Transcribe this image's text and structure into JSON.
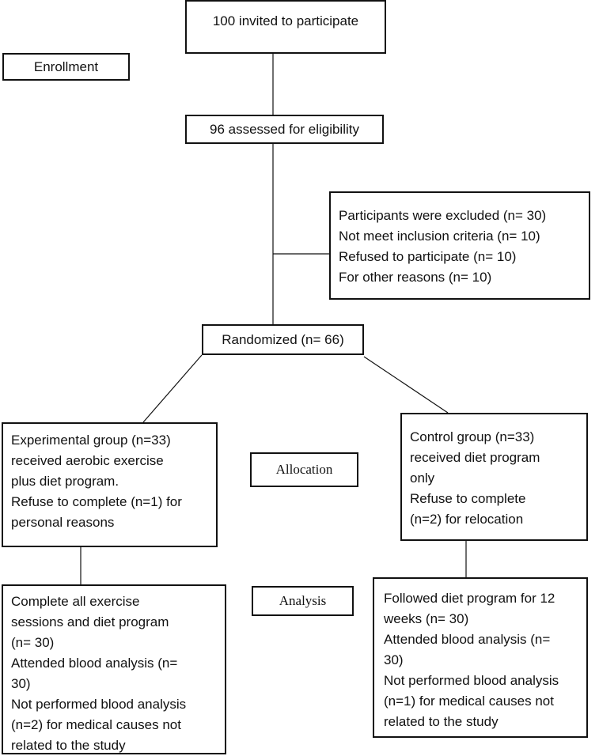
{
  "stage_labels": {
    "enrollment": "Enrollment",
    "allocation": "Allocation",
    "analysis": "Analysis"
  },
  "flow": {
    "invited": "100 invited to participate",
    "assessed": "96 assessed for eligibility",
    "excluded": [
      "Participants were excluded (n= 30)",
      "Not meet inclusion criteria (n= 10)",
      "Refused to participate (n= 10)",
      "For other reasons (n= 10)"
    ],
    "randomized": "Randomized (n= 66)",
    "experimental_allocation": [
      "Experimental group (n=33)",
      "received aerobic exercise",
      "plus diet program.",
      "Refuse to complete (n=1) for",
      "personal reasons"
    ],
    "control_allocation": [
      "Control group (n=33)",
      "received diet program",
      "only",
      "Refuse to complete",
      "(n=2) for relocation"
    ],
    "experimental_analysis": [
      "Complete all exercise",
      "sessions and diet program",
      "(n= 30)",
      "Attended blood analysis (n=",
      "30)",
      "Not performed blood analysis",
      "(n=2) for medical causes not",
      "related to the study"
    ],
    "control_analysis": [
      "Followed diet program for 12",
      "weeks (n= 30)",
      "Attended blood analysis (n=",
      "30)",
      "Not performed blood analysis",
      "(n=1) for medical causes not",
      "related to the study"
    ]
  }
}
